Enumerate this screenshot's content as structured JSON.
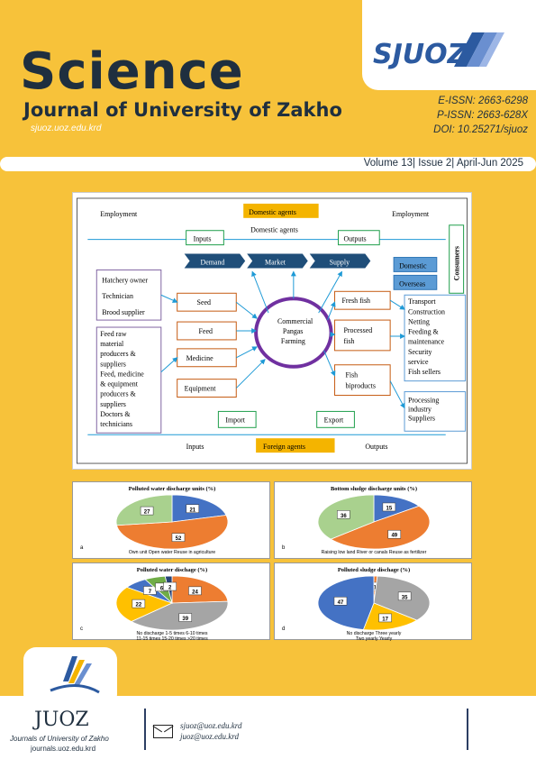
{
  "header": {
    "title": "Science",
    "subtitle": "Journal of University of Zakho",
    "site": "sjuoz.uoz.edu.krd",
    "logo_text": "SJUOZ",
    "eissn": "E-ISSN: 2663-6298",
    "pissn": "P-ISSN: 2663-628X",
    "doi": "DOI: 10.25271/sjuoz"
  },
  "issue": {
    "text": "Volume 13| Issue 2| April-Jun 2025"
  },
  "diagram": {
    "employment_left": "Employment",
    "employment_right": "Employment",
    "domestic_agents": "Domestic agents",
    "domestic_agents_line": "Domestic agents",
    "inputs_top": "Inputs",
    "outputs_top": "Outputs",
    "demand": "Demand",
    "market": "Market",
    "supply": "Supply",
    "domestic": "Domestic",
    "overseas": "Overseas",
    "consumers": "Consumers",
    "hatchery_owner": "Hatchery owner",
    "technician": "Technician",
    "brood_supplier": "Brood supplier",
    "feed_raw_lines": [
      "Feed raw",
      "material",
      "producers &",
      "suppliers",
      "Feed, medicine",
      "& equipment",
      "producers &",
      "suppliers",
      "Doctors &",
      "technicians"
    ],
    "seed": "Seed",
    "feed": "Feed",
    "medicine": "Medicine",
    "equipment": "Equipment",
    "center_lines": [
      "Commercial",
      "Pangas",
      "Farming"
    ],
    "fresh_fish": "Fresh fish",
    "processed_fish_lines": [
      "Processed",
      "fish"
    ],
    "fish_biproducts_lines": [
      "Fish",
      "biproducts"
    ],
    "services_lines": [
      "Transport",
      "Construction",
      "Netting",
      "Feeding &",
      "maintenance",
      "Security",
      "service",
      "Fish sellers"
    ],
    "processing_lines": [
      "Processing",
      "industry",
      "Suppliers"
    ],
    "import": "Import",
    "export": "Export",
    "foreign_agents": "Foreign agents",
    "inputs_bottom": "Inputs",
    "outputs_bottom": "Outputs"
  },
  "charts": {
    "a": {
      "title": "Polluted water discharge units (%)",
      "letter": "a",
      "legend": "Own unit  Open water  Reuse in agriculture"
    },
    "b": {
      "title": "Bottom sludge discharge units (%)",
      "letter": "b",
      "legend": "Raising low land  River or canals  Reuse as fertilizer"
    },
    "c": {
      "title": "Polluted water dischage (%)",
      "letter": "c",
      "legend_1": "No discharge  1-5 times  6-10 times",
      "legend_2": "11-15 times  15-20 times  >20 times"
    },
    "d": {
      "title": "Polluted sludge dischage (%)",
      "letter": "d",
      "legend_1": "No discharge  Three yearly",
      "legend_2": "Two yearly  Yearly"
    }
  },
  "chart_data": [
    {
      "type": "pie",
      "title": "Polluted water discharge units (%)",
      "categories": [
        "Own unit",
        "Open water",
        "Reuse in agriculture"
      ],
      "values": [
        21,
        52,
        27
      ],
      "colors": [
        "#4472c4",
        "#ed7d31",
        "#a9d18e"
      ]
    },
    {
      "type": "pie",
      "title": "Bottom sludge discharge units (%)",
      "categories": [
        "Raising low land",
        "River or canals",
        "Reuse as fertilizer"
      ],
      "values": [
        15,
        49,
        36
      ],
      "colors": [
        "#4472c4",
        "#ed7d31",
        "#a9d18e"
      ]
    },
    {
      "type": "pie",
      "title": "Polluted water dischage (%)",
      "categories": [
        "No discharge",
        "1-5 times",
        "6-10 times",
        "11-15 times",
        "15-20 times",
        ">20 times"
      ],
      "values": [
        24,
        39,
        22,
        7,
        6,
        2
      ],
      "colors": [
        "#ed7d31",
        "#a5a5a5",
        "#ffc000",
        "#4472c4",
        "#70ad47",
        "#264478"
      ]
    },
    {
      "type": "pie",
      "title": "Polluted sludge dischage (%)",
      "categories": [
        "No discharge",
        "Three yearly",
        "Two yearly",
        "Yearly"
      ],
      "values": [
        1,
        35,
        17,
        47
      ],
      "colors": [
        "#ed7d31",
        "#a5a5a5",
        "#ffc000",
        "#4472c4"
      ]
    }
  ],
  "footer": {
    "brand": "JUOZ",
    "brand_small": "Journals of",
    "subtitle": "Journals of  University of Zakho",
    "url": "journals.uoz.edu.krd",
    "email_1": "sjuoz@uoz.edu.krd",
    "email_2": "juoz@uoz.edu.krd"
  }
}
